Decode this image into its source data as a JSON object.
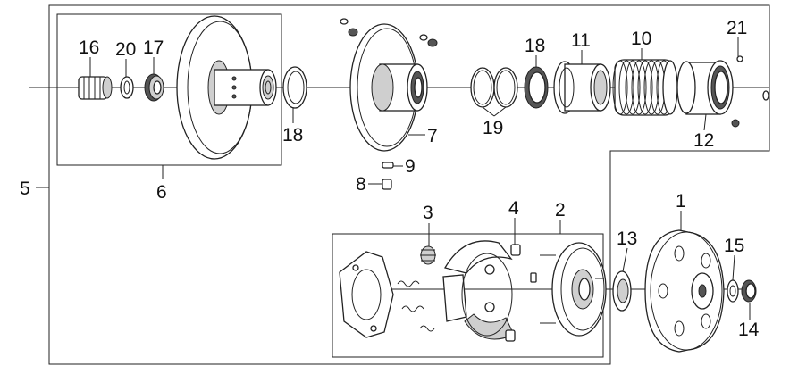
{
  "labels": {
    "l1": "1",
    "l2": "2",
    "l3": "3",
    "l4": "4",
    "l5": "5",
    "l6": "6",
    "l7": "7",
    "l8": "8",
    "l9": "9",
    "l10": "10",
    "l11": "11",
    "l12": "12",
    "l13": "13",
    "l14": "14",
    "l15": "15",
    "l16": "16",
    "l17": "17",
    "l18a": "18",
    "l18b": "18",
    "l19": "19",
    "l20": "20",
    "l21": "21"
  },
  "colors": {
    "line": "#222222",
    "shade": "#cfcfcf",
    "dark": "#555555"
  }
}
